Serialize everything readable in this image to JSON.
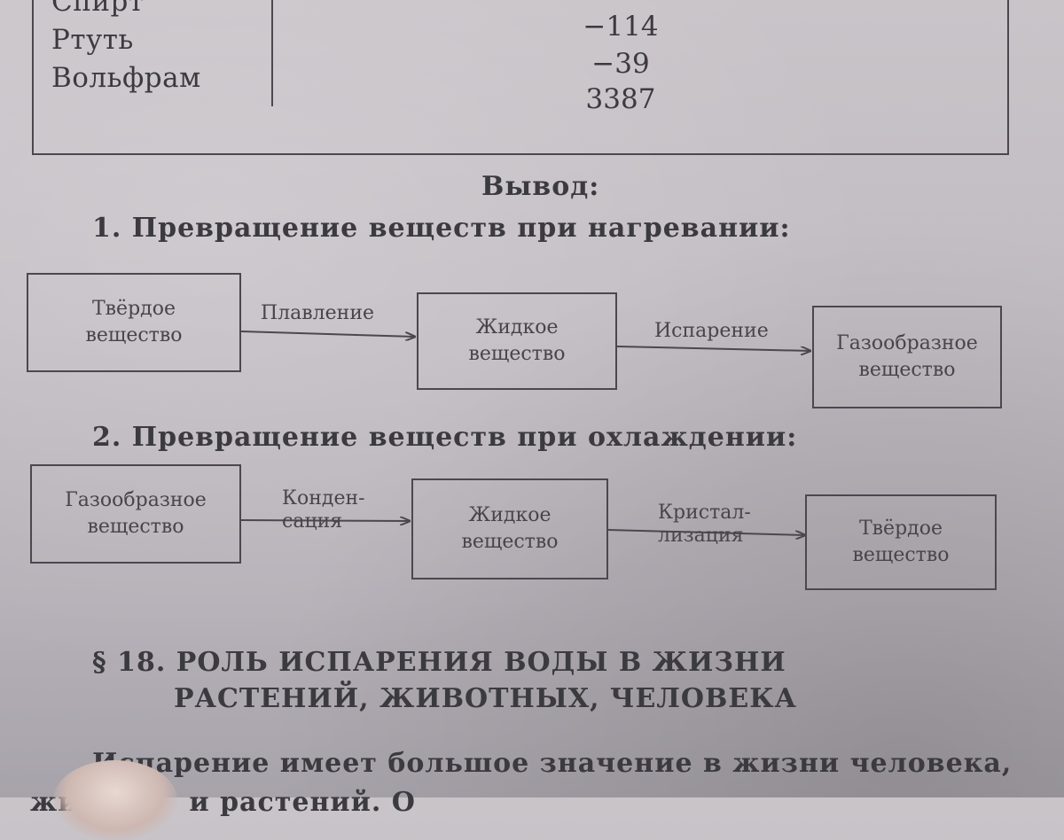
{
  "table": {
    "rows": [
      {
        "name": "Спирт",
        "value": ""
      },
      {
        "name": "Ртуть",
        "value": "−114"
      },
      {
        "name": "Вольфрам",
        "value": "−39"
      },
      {
        "name": "",
        "value": "3387"
      }
    ]
  },
  "conclusion": {
    "title": "Вывод:",
    "heating": {
      "heading": "1. Превращение веществ при нагревании:",
      "nodes": [
        "Твёрдое\nвещество",
        "Жидкое\nвещество",
        "Газообразное\nвещество"
      ],
      "edges": [
        "Плавление",
        "Испарение"
      ]
    },
    "cooling": {
      "heading": "2. Превращение веществ при охлаждении:",
      "nodes": [
        "Газообразное\nвещество",
        "Жидкое\nвещество",
        "Твёрдое\nвещество"
      ],
      "edges": [
        "Конден-\nсация",
        "Кристал-\nлизация"
      ]
    }
  },
  "section": {
    "title_line1": "§ 18. РОЛЬ ИСПАРЕНИЯ ВОДЫ В ЖИЗНИ",
    "title_line2": "РАСТЕНИЙ, ЖИВОТНЫХ, ЧЕЛОВЕКА",
    "body_line1": "Испарение имеет большое значение в жизни человека,",
    "body_line2": "жив         и растений. О"
  }
}
